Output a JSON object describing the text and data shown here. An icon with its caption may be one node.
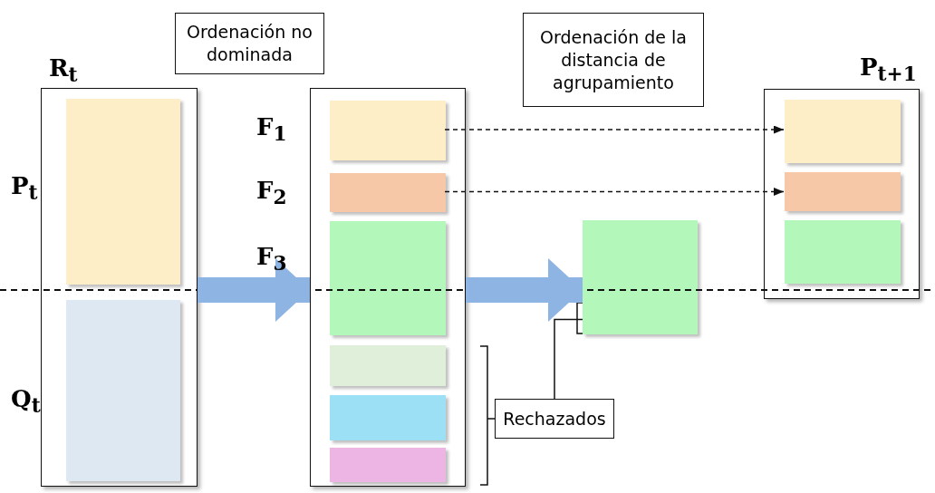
{
  "diagram": {
    "nodes": [
      {
        "text": [
          "R$_{t}$"
        ]
      },
      {
        "text": [],
        "shape": "box",
        "in": 0,
        "beside": [
          "P$_{t}$"
        ]
      },
      {
        "text": [],
        "shape": "box",
        "in": 0,
        "beside": [
          "Q$_{t}$"
        ]
      },
      {
        "text": [
          "Ordenación no dominada"
        ]
      },
      {
        "text": [],
        "shape": "box"
      },
      {
        "text": [],
        "shape": "box",
        "in": 4,
        "beside": [
          "F$_{1}$"
        ]
      },
      {
        "text": [],
        "shape": "box",
        "in": 4,
        "beside": [
          "F$_{2}$"
        ]
      },
      {
        "text": [],
        "shape": "box",
        "in": 4,
        "beside": [
          "F$_{3}$"
        ]
      },
      {
        "text": [],
        "shape": "box",
        "in": 4
      },
      {
        "text": [],
        "shape": "box",
        "in": 4
      },
      {
        "text": [],
        "shape": "box",
        "in": 4
      },
      {
        "text": [
          "Ordenación de la distancia de agrupamiento"
        ]
      },
      {
        "text": [],
        "shape": "box"
      },
      {
        "text": [
          "P$_{t+1}$"
        ]
      },
      {
        "text": [],
        "shape": "box",
        "in": 13
      },
      {
        "text": [],
        "shape": "box",
        "in": 13
      },
      {
        "text": [],
        "shape": "box",
        "in": 13
      },
      {
        "text": [
          "Rechazados"
        ]
      }
    ],
    "edges": [
      {
        "from": 0,
        "to": 4,
        "arrow": "to",
        "style": "thick",
        "color": "#8eb4e3"
      },
      {
        "from": 4,
        "to": 12,
        "arrow": "to",
        "style": "thick",
        "color": "#8eb4e3"
      },
      {
        "from": 5,
        "to": 14,
        "arrow": "to",
        "style": "dashed"
      },
      {
        "from": 6,
        "to": 15,
        "arrow": "to",
        "style": "dashed"
      },
      {
        "from": 17,
        "to": 12,
        "arrow": "none"
      },
      {
        "from": 17,
        "to": null,
        "arrow": "none"
      }
    ]
  }
}
